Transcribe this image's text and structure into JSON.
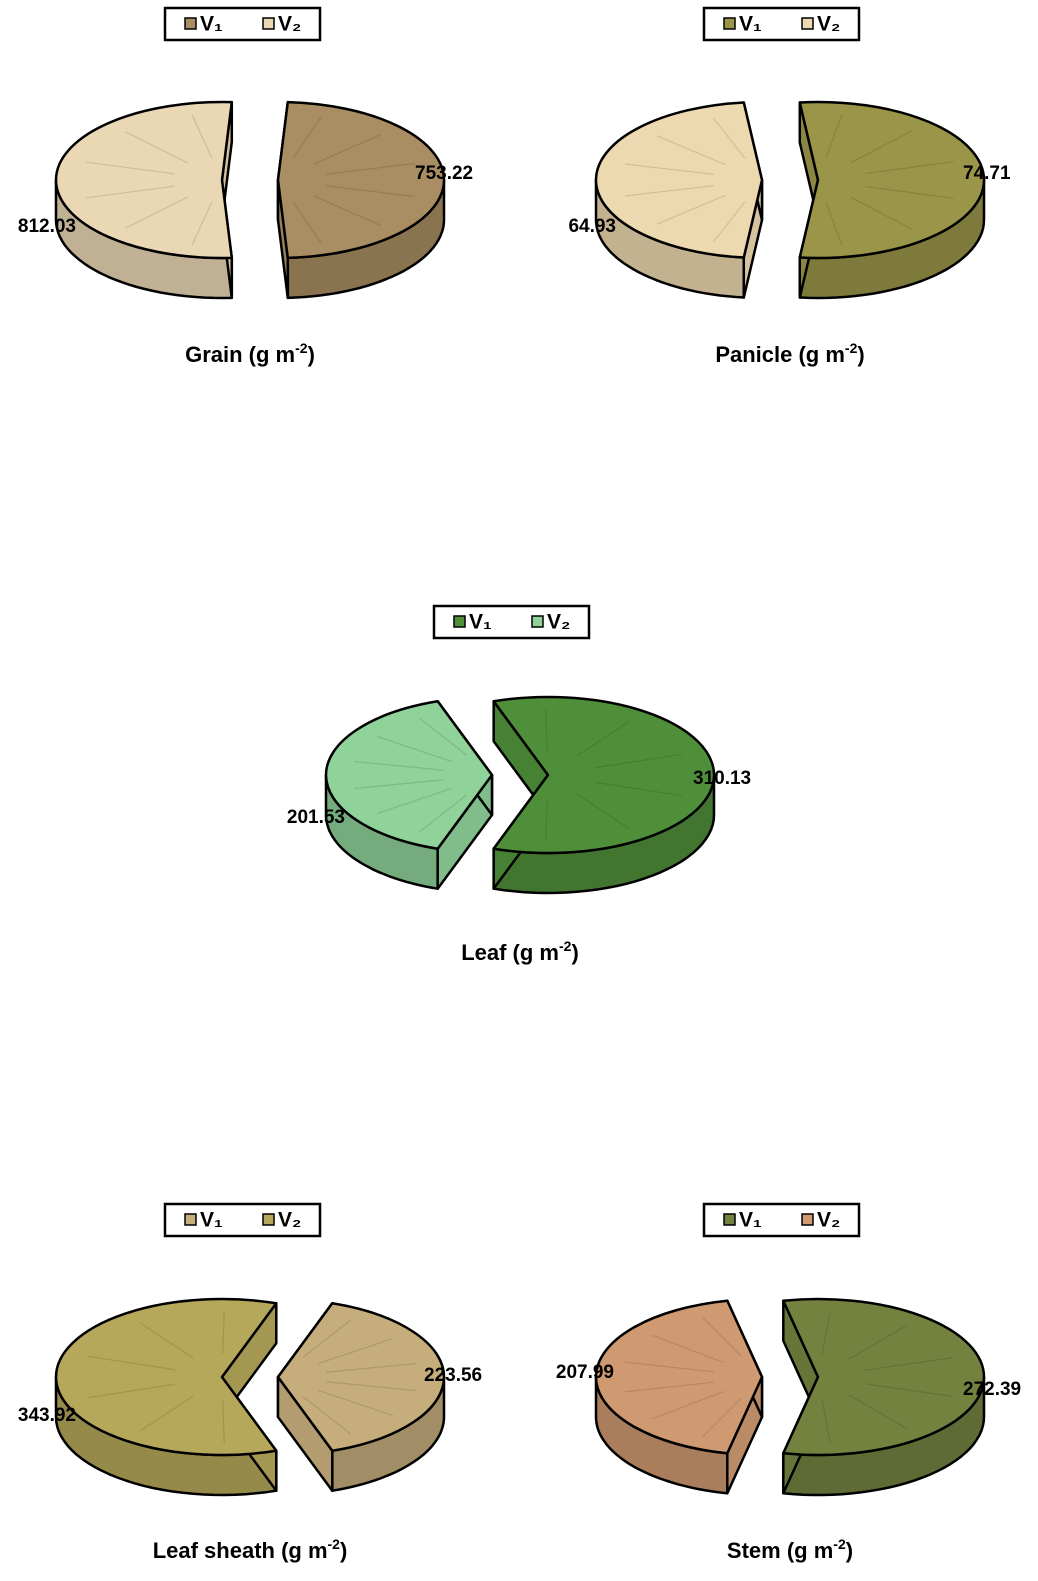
{
  "chart_data": [
    {
      "type": "pie",
      "title": "Grain (g m",
      "title_sup": "-2",
      "title_end": ")",
      "legend": [
        "V₁",
        "V₂"
      ],
      "legend_placement": "top",
      "series": [
        {
          "name": "",
          "labels": [
            "V₁",
            "V₂"
          ],
          "values": [
            753.22,
            812.03
          ]
        }
      ],
      "colors": {
        "V1": "#a88e62",
        "V2": "#ead7b4"
      }
    },
    {
      "type": "pie",
      "title": "Panicle (g m",
      "title_sup": "-2",
      "title_end": ")",
      "legend": [
        "V₁",
        "V₂"
      ],
      "legend_placement": "top",
      "series": [
        {
          "name": "",
          "labels": [
            "V₁",
            "V₂"
          ],
          "values": [
            74.71,
            64.93
          ]
        }
      ],
      "colors": {
        "V1": "#9a9548",
        "V2": "#ecd9b0"
      }
    },
    {
      "type": "pie",
      "title": "Leaf (g m",
      "title_sup": "-2",
      "title_end": ")",
      "legend": [
        "V₁",
        "V₂"
      ],
      "legend_placement": "top",
      "series": [
        {
          "name": "",
          "labels": [
            "V₁",
            "V₂"
          ],
          "values": [
            310.13,
            201.53
          ]
        }
      ],
      "colors": {
        "V1": "#4f8f3a",
        "V2": "#8fd29a"
      }
    },
    {
      "type": "pie",
      "title": "Leaf sheath (g m",
      "title_sup": "-2",
      "title_end": ")",
      "legend": [
        "V₁",
        "V₂"
      ],
      "legend_placement": "top",
      "series": [
        {
          "name": "",
          "labels": [
            "V₁",
            "V₂"
          ],
          "values": [
            223.56,
            343.92
          ]
        }
      ],
      "colors": {
        "V1": "#c6ad7c",
        "V2": "#b6a85a"
      }
    },
    {
      "type": "pie",
      "title": "Stem (g m",
      "title_sup": "-2",
      "title_end": ")",
      "legend": [
        "V₁",
        "V₂"
      ],
      "legend_placement": "top",
      "series": [
        {
          "name": "",
          "labels": [
            "V₁",
            "V₂"
          ],
          "values": [
            272.39,
            207.99
          ]
        }
      ],
      "colors": {
        "V1": "#74823f",
        "V2": "#cf9a72"
      }
    }
  ]
}
